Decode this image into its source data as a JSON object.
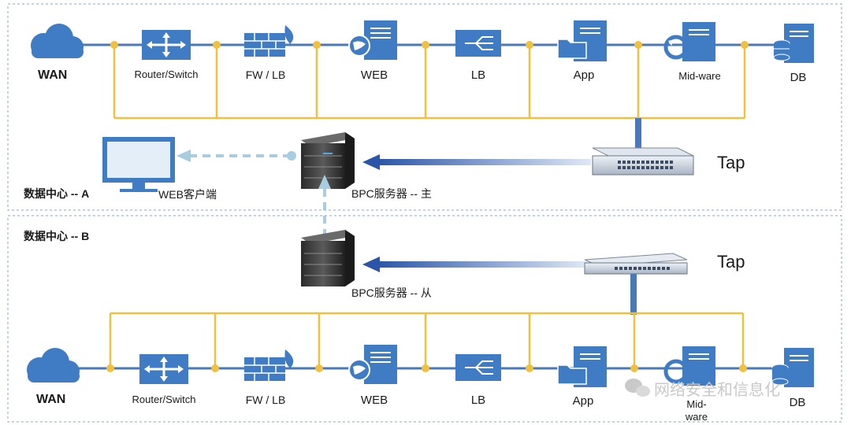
{
  "zone_a": {
    "label": "数据中心 -- A"
  },
  "zone_b": {
    "label": "数据中心 -- B"
  },
  "top_row": {
    "wan": "WAN",
    "router": "Router/Switch",
    "fw": "FW / LB",
    "web": "WEB",
    "lb": "LB",
    "app": "App",
    "midware": "Mid-ware",
    "db": "DB"
  },
  "bottom_row": {
    "wan": "WAN",
    "router": "Router/Switch",
    "fw": "FW / LB",
    "web": "WEB",
    "lb": "LB",
    "app": "App",
    "midware": "Mid-ware",
    "db": "DB"
  },
  "web_client": "WEB客户端",
  "bpc_master": "BPC服务器 -- 主",
  "bpc_slave": "BPC服务器 -- 从",
  "tap_a": "Tap",
  "tap_b": "Tap",
  "watermark": "网络安全和信息化",
  "colors": {
    "bus": "#f0c040",
    "wire": "#4a78b8",
    "icon": "#3f7cc4",
    "zone_border": "#8aa6c4",
    "dashed": "#a9cde0",
    "arrow": "#2c5aa0"
  },
  "icons": [
    "cloud-icon",
    "router-icon",
    "firewall-icon",
    "web-server-icon",
    "load-balancer-icon",
    "app-server-icon",
    "middleware-icon",
    "database-icon",
    "monitor-icon",
    "bpc-server-icon",
    "tap-switch-icon"
  ]
}
